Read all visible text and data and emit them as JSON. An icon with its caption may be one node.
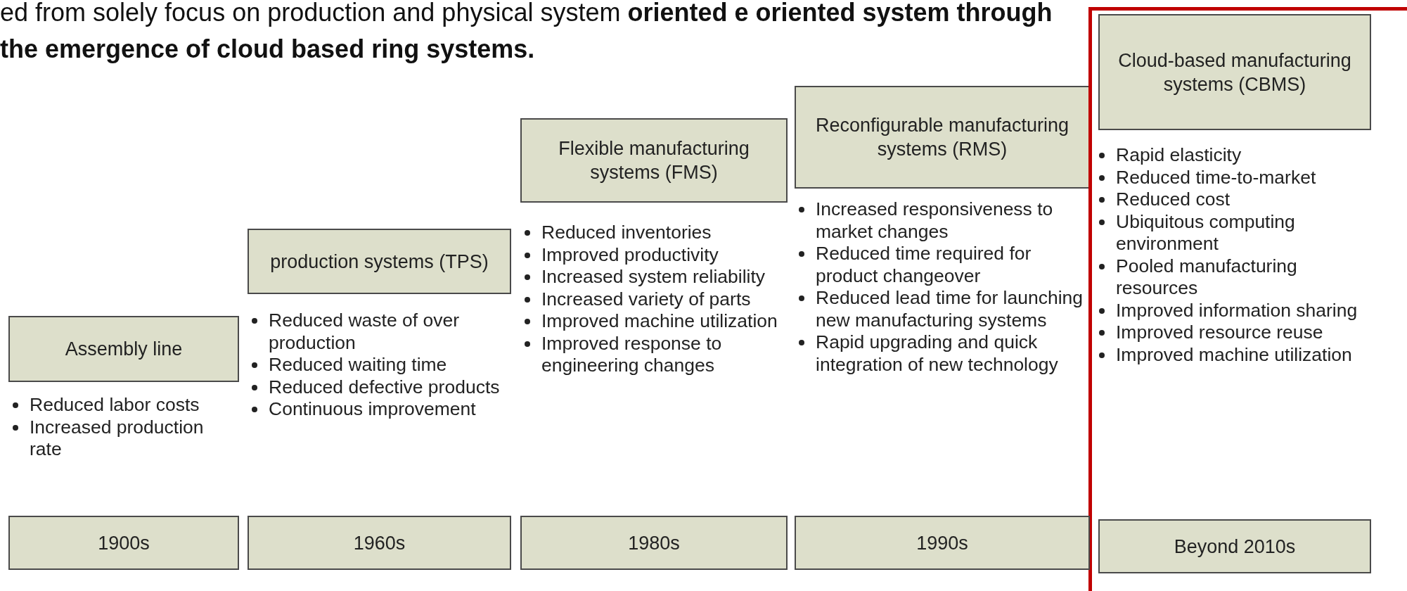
{
  "diagram": {
    "nodes": [
      {
        "text": [
          "Assembly line"
        ]
      },
      {
        "text": [
          "production systems (TPS)"
        ]
      },
      {
        "text": [
          "Flexible manufacturing systems (FMS)"
        ]
      },
      {
        "text": [
          "Reconfigurable manufacturing systems (RMS)"
        ]
      },
      {
        "text": [],
        "shape": "box"
      },
      {
        "text": [
          "Cloud-based manufacturing systems (CBMS)"
        ],
        "in": 4
      },
      {
        "text": [
          "1900s"
        ]
      },
      {
        "text": [
          "1960s"
        ]
      },
      {
        "text": [
          "1980s"
        ]
      },
      {
        "text": [
          "1990s"
        ]
      },
      {
        "text": [
          "Beyond 2010s"
        ],
        "in": 4
      }
    ],
    "edges": [],
    "labels": [
      "ed from solely focus on production and physical system **oriented e oriented system through the emergence of cloud based ring systems.**",
      "Reduced labor costs",
      "Increased production rate",
      "Reduced waste of over production",
      "Reduced waiting time",
      "Reduced defective products",
      "Continuous improvement",
      "Reduced inventories",
      "Improved productivity",
      "Increased system reliability",
      "Increased variety of parts",
      "Improved machine utilization",
      "Improved response to engineering changes",
      "Increased responsiveness to market changes",
      "Reduced time required for product changeover",
      "Reduced lead time for launching new manufacturing systems",
      "Rapid upgrading and quick integration of new technology",
      "Rapid elasticity",
      "Reduced time-to-market",
      "Reduced cost",
      "Ubiquitous computing environment",
      "Pooled manufacturing resources",
      "Improved information sharing",
      "Improved resource reuse",
      "Improved machine utilization"
    ]
  }
}
